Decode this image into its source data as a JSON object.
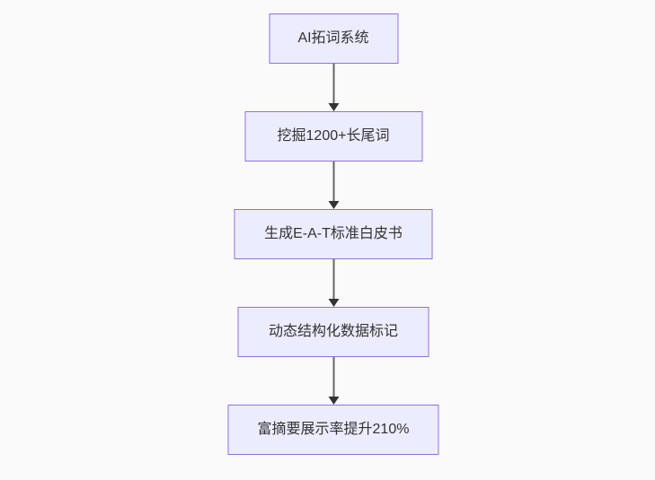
{
  "flowchart": {
    "type": "vertical-flowchart",
    "nodes": [
      {
        "label": "AI拓词系统"
      },
      {
        "label": "挖掘1200+长尾词"
      },
      {
        "label": "生成E-A-T标准白皮书"
      },
      {
        "label": "动态结构化数据标记"
      },
      {
        "label": "富摘要展示率提升210%"
      }
    ],
    "connections": [
      {
        "from": 0,
        "to": 1
      },
      {
        "from": 1,
        "to": 2
      },
      {
        "from": 2,
        "to": 3
      },
      {
        "from": 3,
        "to": 4
      }
    ]
  },
  "colors": {
    "background": "#fafafa",
    "node_fill": "#ececff",
    "node_border": "#9370db",
    "node_text": "#333333",
    "arrow_line": "#666666",
    "arrow_head": "#333333"
  }
}
